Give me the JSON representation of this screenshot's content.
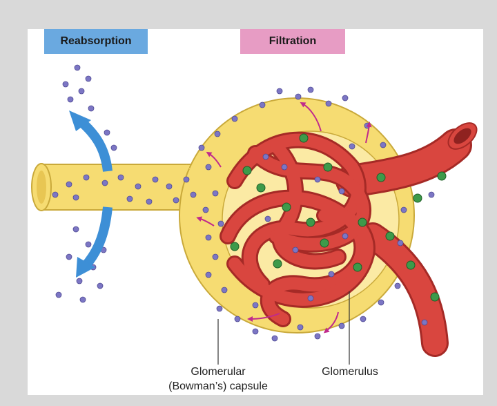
{
  "labels": {
    "reabsorption": "Reabsorption",
    "filtration": "Filtration",
    "capsule_line1": "Glomerular",
    "capsule_line2": "(Bowman’s) capsule",
    "glomerulus": "Glomerulus"
  },
  "colors": {
    "reabsorption_tag": "#6aa9e0",
    "filtration_tag": "#e79cc4",
    "capsule": "#f6dc72",
    "capsule_outline": "#c9a93a",
    "vessel": "#d9463f",
    "vessel_dark": "#a52a26",
    "arrow_blue": "#3d8fd6",
    "arrow_magenta": "#c02a8c",
    "solute_purple": "#7c76c4",
    "solute_green": "#3d9a4a"
  }
}
